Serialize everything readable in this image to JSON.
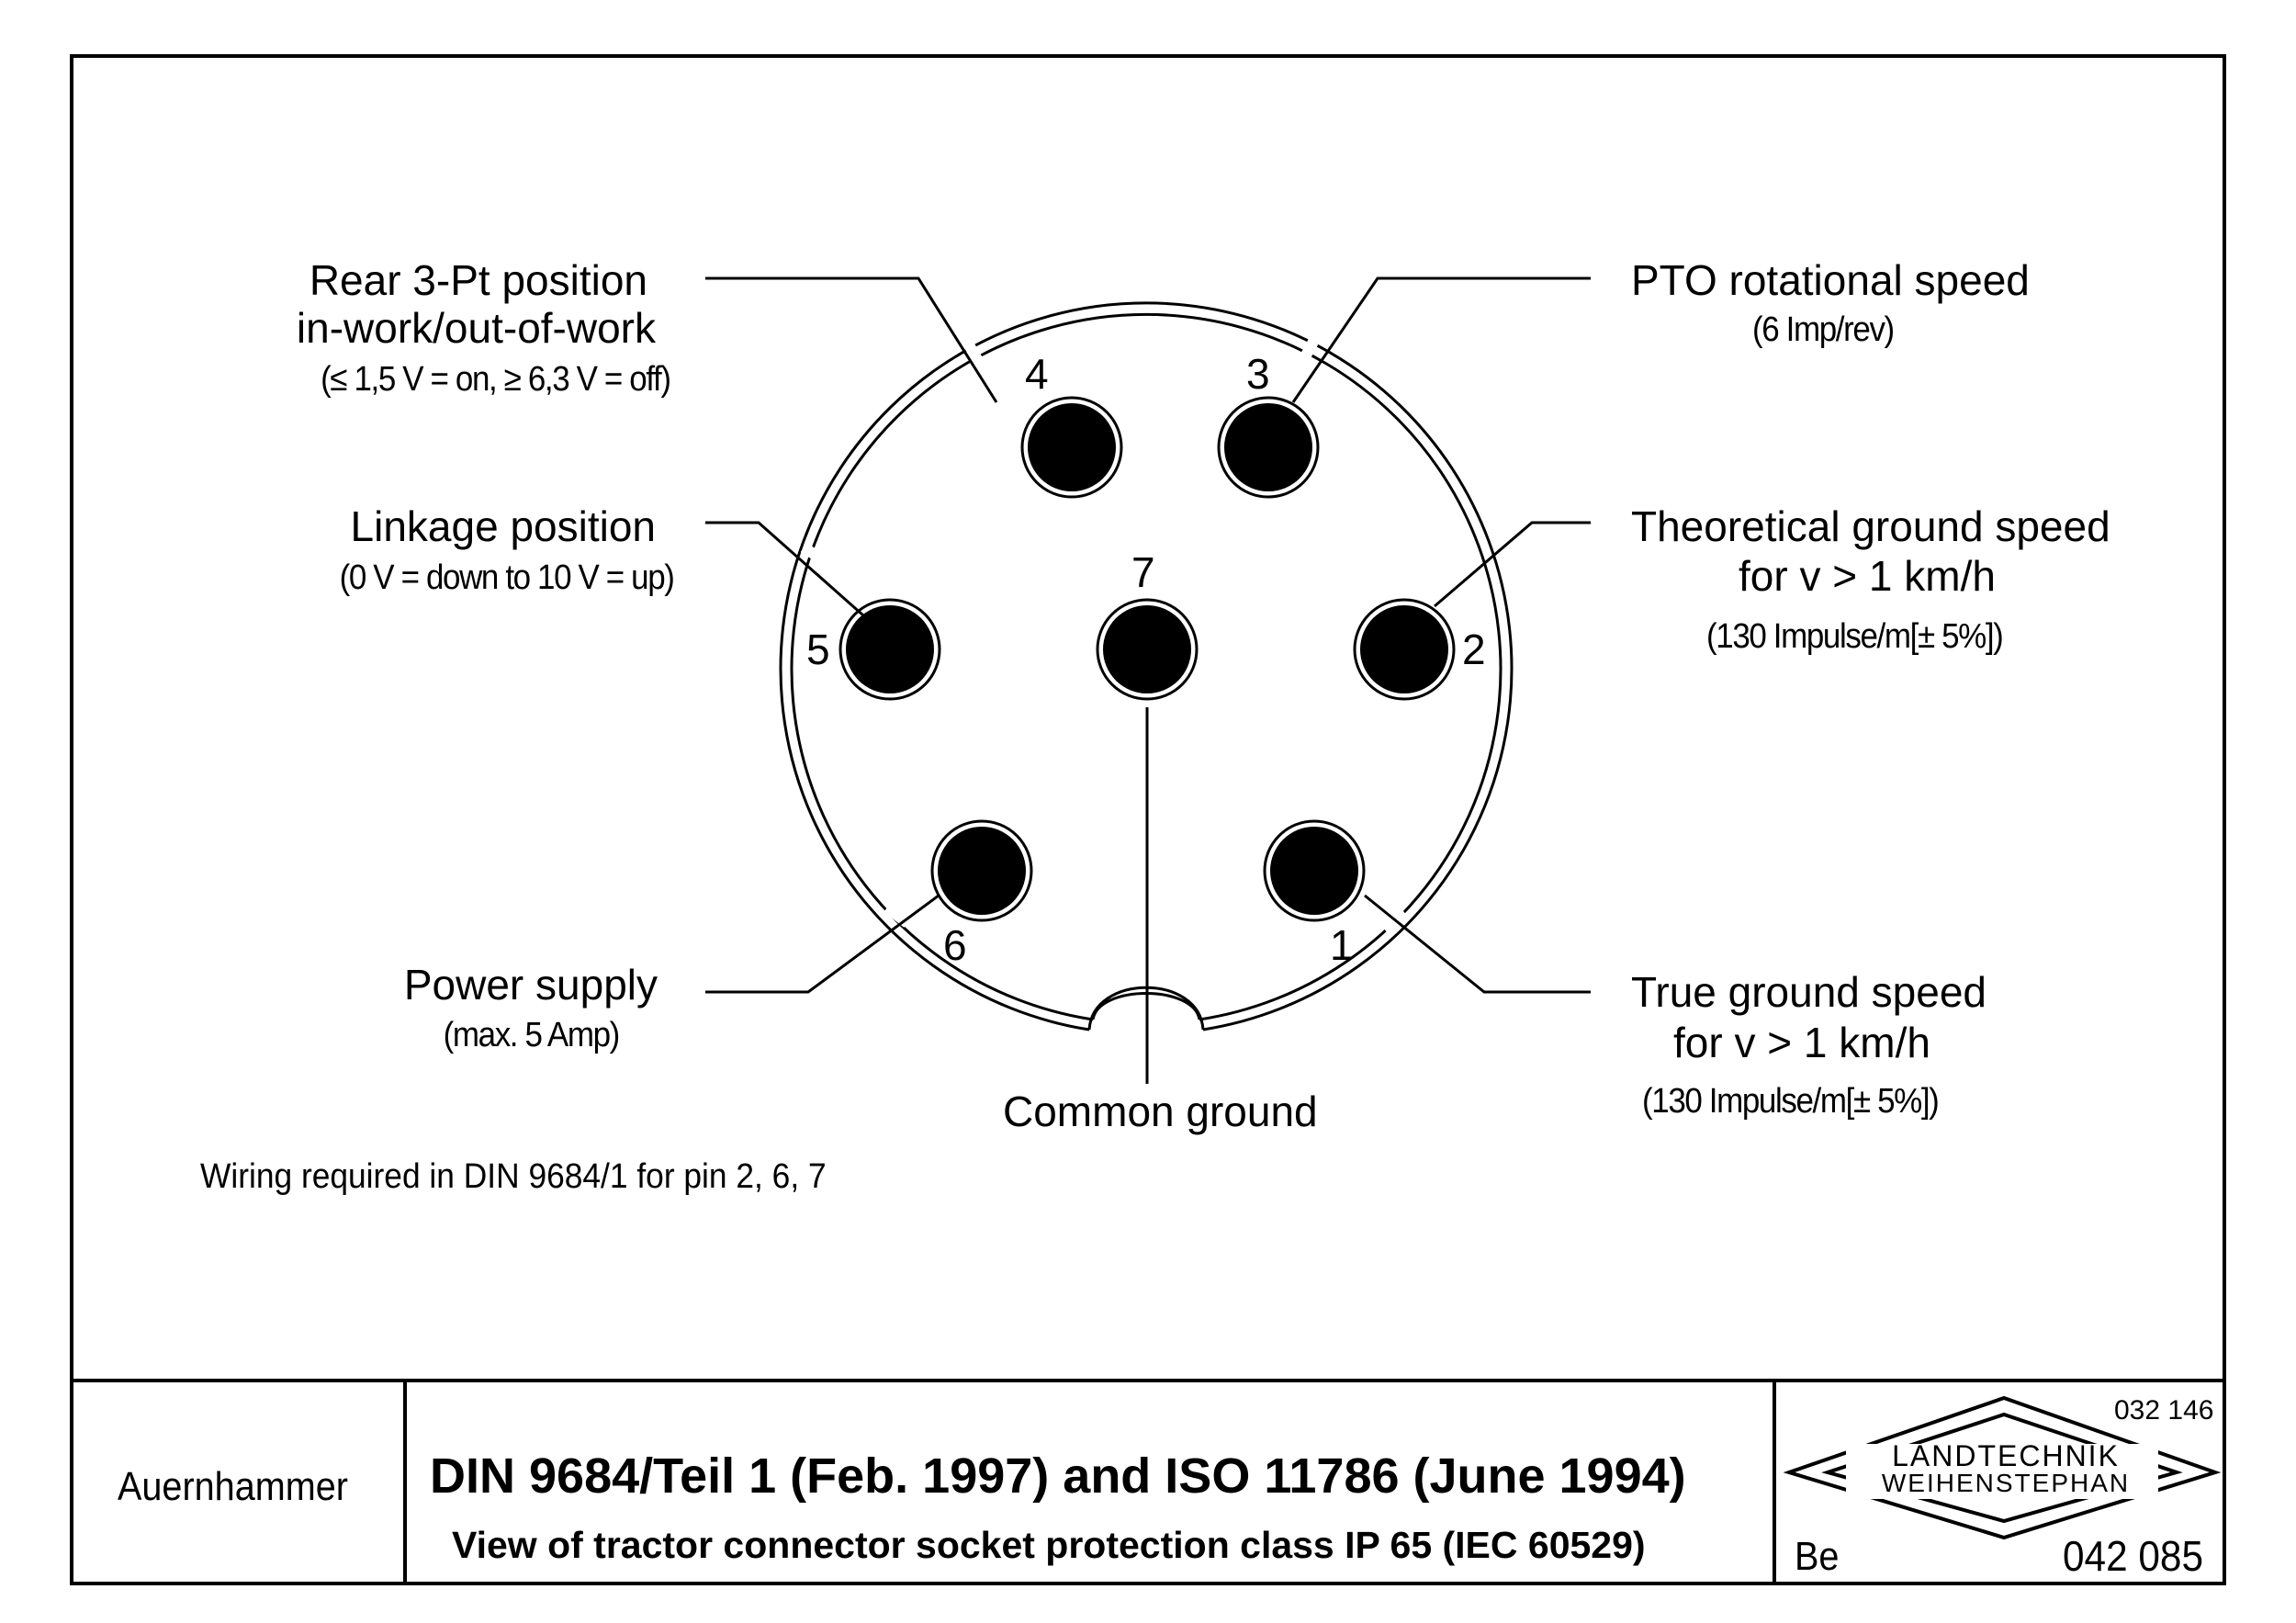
{
  "labels": {
    "pin4": {
      "title_1": "Rear 3-Pt position",
      "title_2": "in-work/out-of-work",
      "note": "(≤ 1,5 V = on, ≥ 6,3 V = off)"
    },
    "pin5": {
      "title": "Linkage position",
      "note": "(0 V = down to 10 V = up)"
    },
    "pin6": {
      "title": "Power supply",
      "note": "(max. 5 Amp)"
    },
    "pin3": {
      "title": "PTO rotational speed",
      "note": "(6 Imp/rev)"
    },
    "pin2": {
      "title_1": "Theoretical ground speed",
      "title_2": "for v > 1 km/h",
      "note": "(130 Impulse/m[± 5%])"
    },
    "pin1": {
      "title_1": "True ground speed",
      "title_2": "for v > 1 km/h",
      "note": "(130 Impulse/m[± 5%])"
    },
    "pin7": {
      "title": "Common ground"
    }
  },
  "pins": {
    "p1": "1",
    "p2": "2",
    "p3": "3",
    "p4": "4",
    "p5": "5",
    "p6": "6",
    "p7": "7"
  },
  "wiring_note": "Wiring required in DIN 9684/1 for pin 2, 6, 7",
  "title_block": {
    "author": "Auernhammer",
    "title": "DIN 9684/Teil 1 (Feb. 1997) and ISO 11786 (June 1994)",
    "subtitle": "View of tractor connector socket protection class IP 65 (IEC 60529)",
    "logo_line_1": "LANDTECHNIK",
    "logo_line_2": "WEIHENSTEPHAN",
    "number_top": "032 146",
    "number_bottom": "042 085",
    "initials": "Be"
  }
}
